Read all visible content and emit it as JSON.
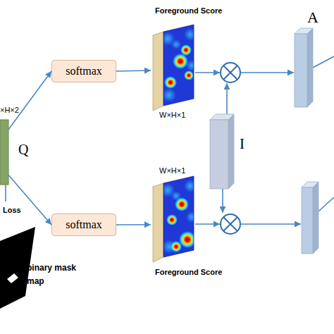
{
  "diagram": {
    "nodes": [
      {
        "text": [
          "×H×2"
        ]
      },
      {
        "text": [
          "softmax"
        ]
      },
      {
        "text": [
          "Foreground Score",
          "W×H×1"
        ]
      },
      {
        "text": [
          "I"
        ]
      },
      {
        "text": [
          "softmax"
        ]
      },
      {
        "text": [
          "W×H×1",
          "Foreground Score"
        ]
      },
      {
        "text": [
          "A"
        ]
      }
    ],
    "edges": [
      {
        "from": 0,
        "to": 1,
        "arrow": "to"
      },
      {
        "from": 0,
        "to": 4,
        "arrow": "to"
      },
      {
        "from": 1,
        "to": 2,
        "arrow": "to"
      },
      {
        "from": 4,
        "to": 5,
        "arrow": "to"
      }
    ],
    "labels": [
      "Q",
      "Loss",
      "binary mask map"
    ]
  }
}
